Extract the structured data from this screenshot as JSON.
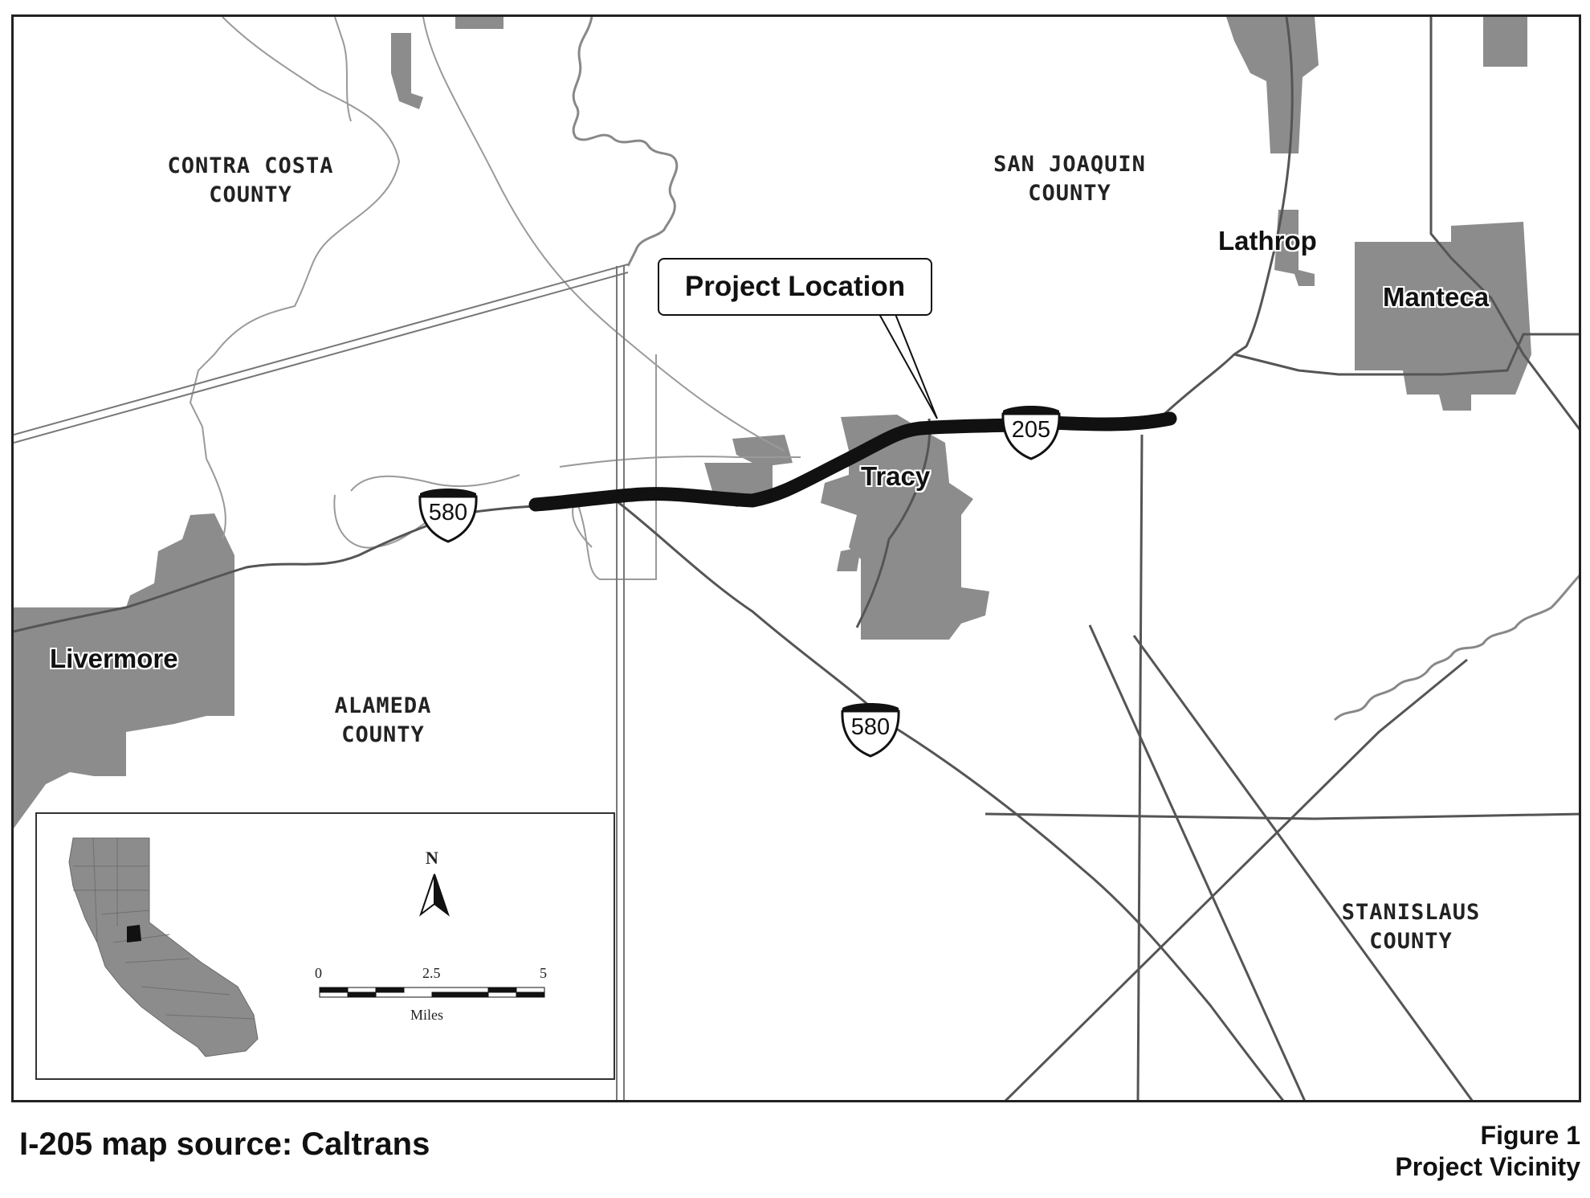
{
  "counties": {
    "contra_costa": [
      "CONTRA COSTA",
      "COUNTY"
    ],
    "san_joaquin": [
      "SAN JOAQUIN",
      "COUNTY"
    ],
    "alameda": [
      "ALAMEDA",
      "COUNTY"
    ],
    "stanislaus": [
      "STANISLAUS",
      "COUNTY"
    ]
  },
  "cities": {
    "livermore": "Livermore",
    "tracy": "Tracy",
    "lathrop": "Lathrop",
    "manteca": "Manteca"
  },
  "callout": {
    "label": "Project Location"
  },
  "shields": {
    "i580_west": "580",
    "i205": "205",
    "i580_south": "580"
  },
  "inset": {
    "north_label": "N",
    "scale_ticks": [
      "0",
      "2.5",
      "5"
    ],
    "scale_unit": "Miles"
  },
  "colors": {
    "urban_area": "#8c8c8c",
    "road": "#555555",
    "project_route": "#111111"
  },
  "footer": {
    "source_note": "I-205 map source: Caltrans",
    "figure_number": "Figure 1",
    "figure_title": "Project Vicinity"
  }
}
